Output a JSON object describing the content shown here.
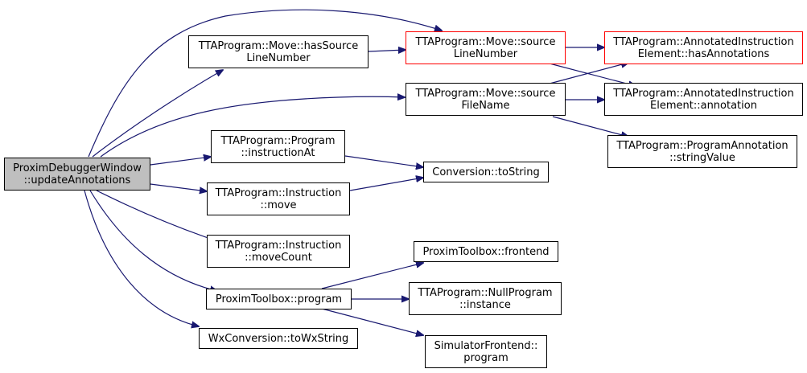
{
  "colors": {
    "edge": "#191970",
    "highlight_border": "#ff0000",
    "root_fill": "#bfbfbf",
    "node_border": "#000000"
  },
  "nodes": {
    "root": [
      "ProximDebuggerWindow",
      "::updateAnnotations"
    ],
    "has_source_line": [
      "TTAProgram::Move::hasSource",
      "LineNumber"
    ],
    "source_line": [
      "TTAProgram::Move::source",
      "LineNumber"
    ],
    "has_annotations": [
      "TTAProgram::AnnotatedInstruction",
      "Element::hasAnnotations"
    ],
    "annotation": [
      "TTAProgram::AnnotatedInstruction",
      "Element::annotation"
    ],
    "source_file": [
      "TTAProgram::Move::source",
      "FileName"
    ],
    "string_value": [
      "TTAProgram::ProgramAnnotation",
      "::stringValue"
    ],
    "instruction_at": [
      "TTAProgram::Program",
      "::instructionAt"
    ],
    "to_string": [
      "Conversion::toString"
    ],
    "instr_move": [
      "TTAProgram::Instruction",
      "::move"
    ],
    "move_count": [
      "TTAProgram::Instruction",
      "::moveCount"
    ],
    "frontend": [
      "ProximToolbox::frontend"
    ],
    "program": [
      "ProximToolbox::program"
    ],
    "null_instance": [
      "TTAProgram::NullProgram",
      "::instance"
    ],
    "wx_string": [
      "WxConversion::toWxString"
    ],
    "sim_program": [
      "SimulatorFrontend::",
      "program"
    ]
  }
}
